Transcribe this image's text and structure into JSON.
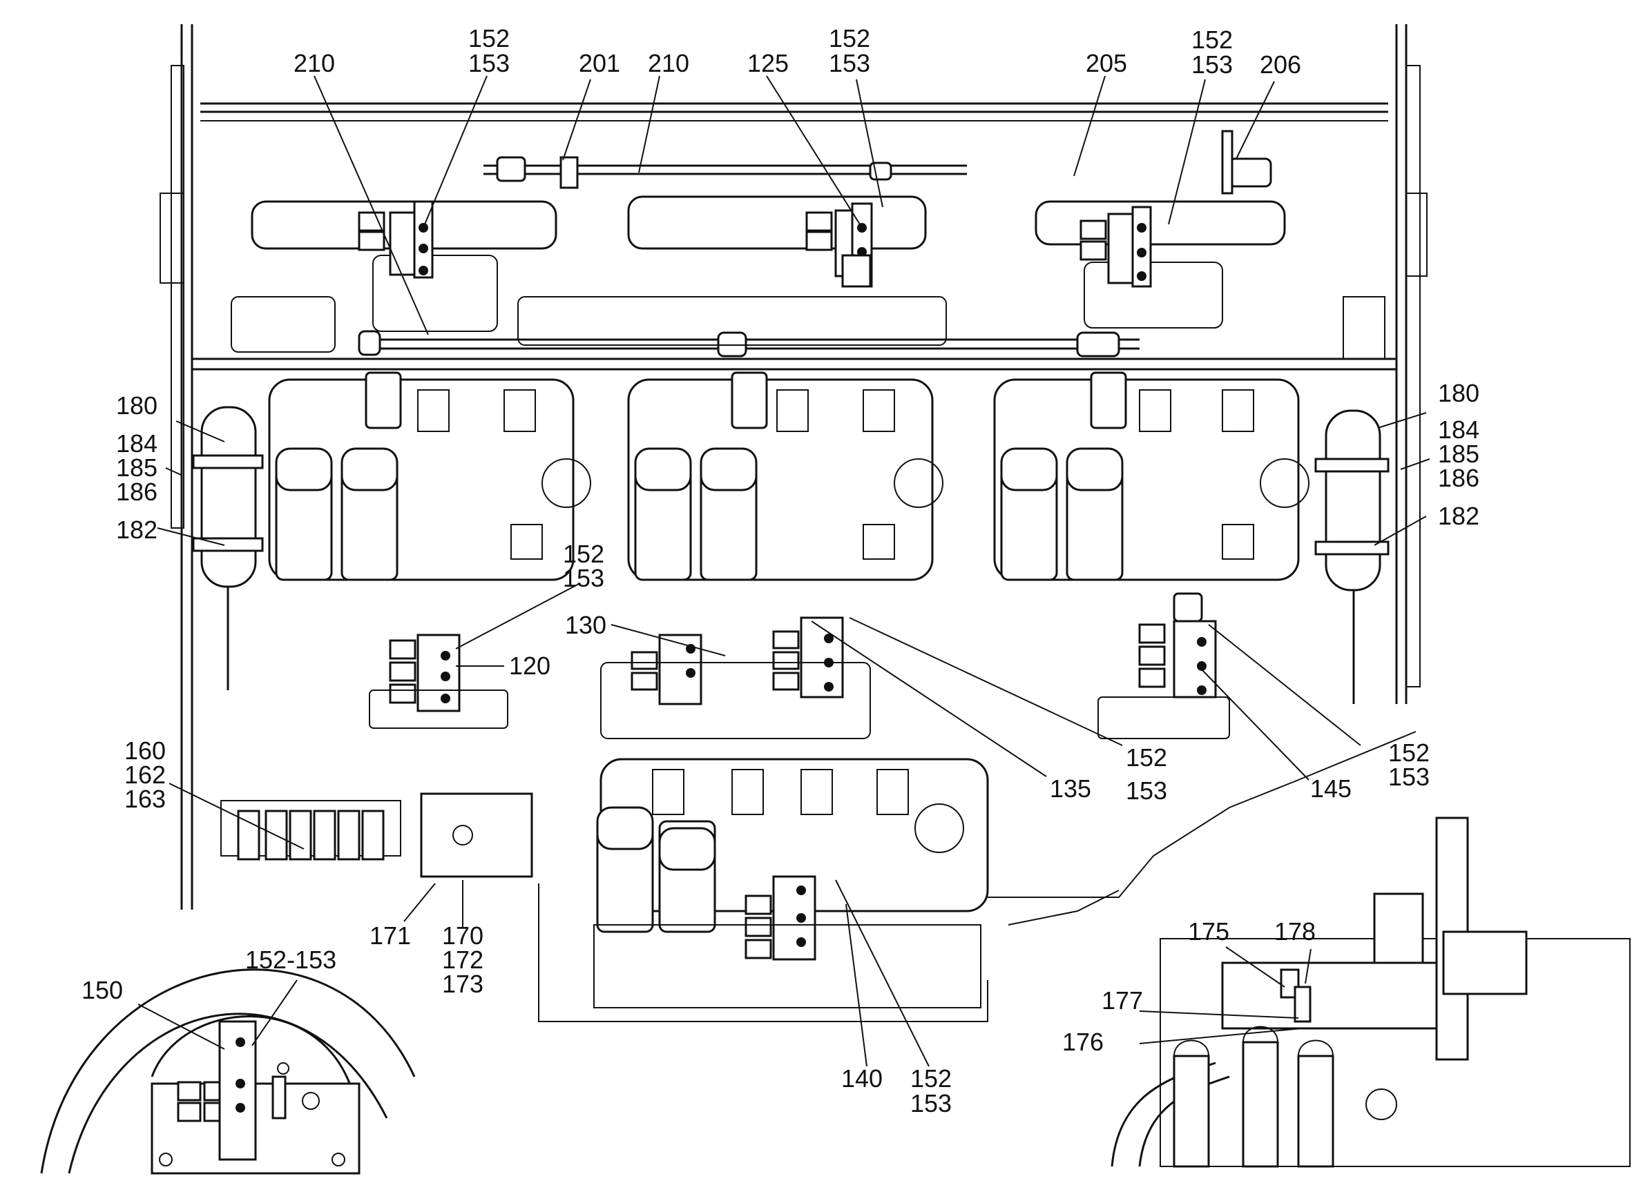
{
  "callouts": {
    "c210a": "210",
    "c152_tl_a": "152",
    "c153_tl_a": "153",
    "c201": "201",
    "c210b": "210",
    "c125": "125",
    "c152_tc_a": "152",
    "c153_tc_a": "153",
    "c205": "205",
    "c152_tr_a": "152",
    "c153_tr_a": "153",
    "c206": "206",
    "c180_l": "180",
    "c184_l": "184",
    "c185_l": "185",
    "c186_l": "186",
    "c182_l": "182",
    "c180_r": "180",
    "c184_r": "184",
    "c185_r": "185",
    "c186_r": "186",
    "c182_r": "182",
    "c152_ml": "152",
    "c153_ml": "153",
    "c130": "130",
    "c120": "120",
    "c135": "135",
    "c152_mc": "152",
    "c153_mc": "153",
    "c145": "145",
    "c152_mr": "152",
    "c153_mr": "153",
    "c160": "160",
    "c162": "162",
    "c163": "163",
    "c171": "171",
    "c170": "170",
    "c172": "172",
    "c173": "173",
    "c152_153_inset": "152-153",
    "c150": "150",
    "c140": "140",
    "c152_b": "152",
    "c153_b": "153",
    "c175": "175",
    "c178": "178",
    "c177": "177",
    "c176": "176"
  }
}
